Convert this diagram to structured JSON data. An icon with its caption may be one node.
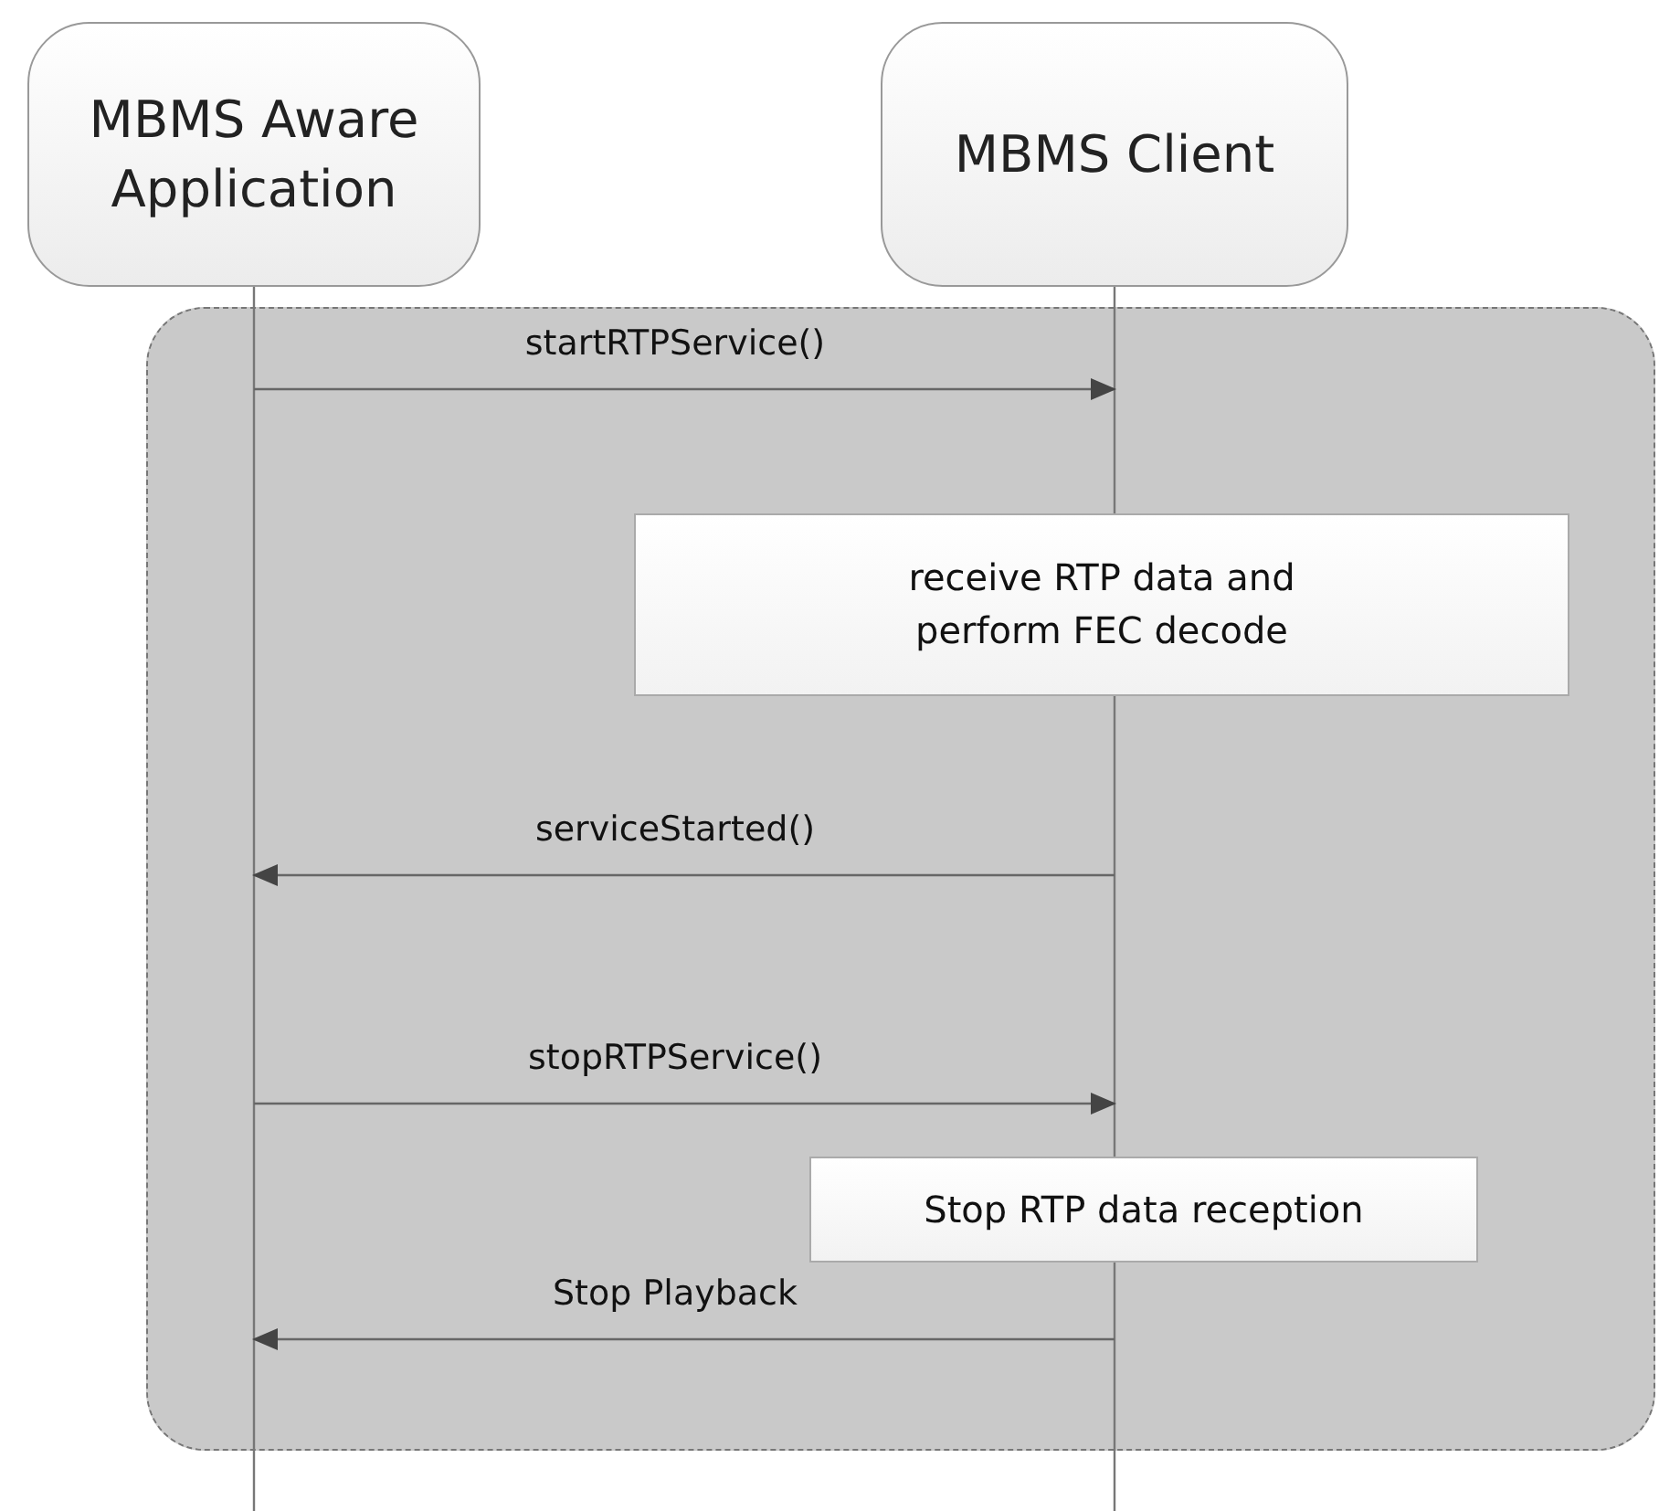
{
  "diagram": {
    "nodes": [
      {
        "text": [
          "MBMS Aware Application"
        ]
      },
      {
        "text": [
          "MBMS Client"
        ]
      },
      {
        "text": [
          "receive RTP data and perform FEC decode"
        ]
      },
      {
        "text": [
          "Stop RTP data reception"
        ]
      }
    ],
    "edges": [
      {
        "from": 0,
        "to": 1,
        "arrow": "to",
        "label": "startRTPService()"
      },
      {
        "from": 1,
        "to": 0,
        "arrow": "to",
        "label": "serviceStarted()"
      },
      {
        "from": 0,
        "to": 1,
        "arrow": "to",
        "label": "stopRTPService()"
      },
      {
        "from": 1,
        "to": 0,
        "arrow": "to",
        "label": "Stop Playback"
      }
    ]
  }
}
